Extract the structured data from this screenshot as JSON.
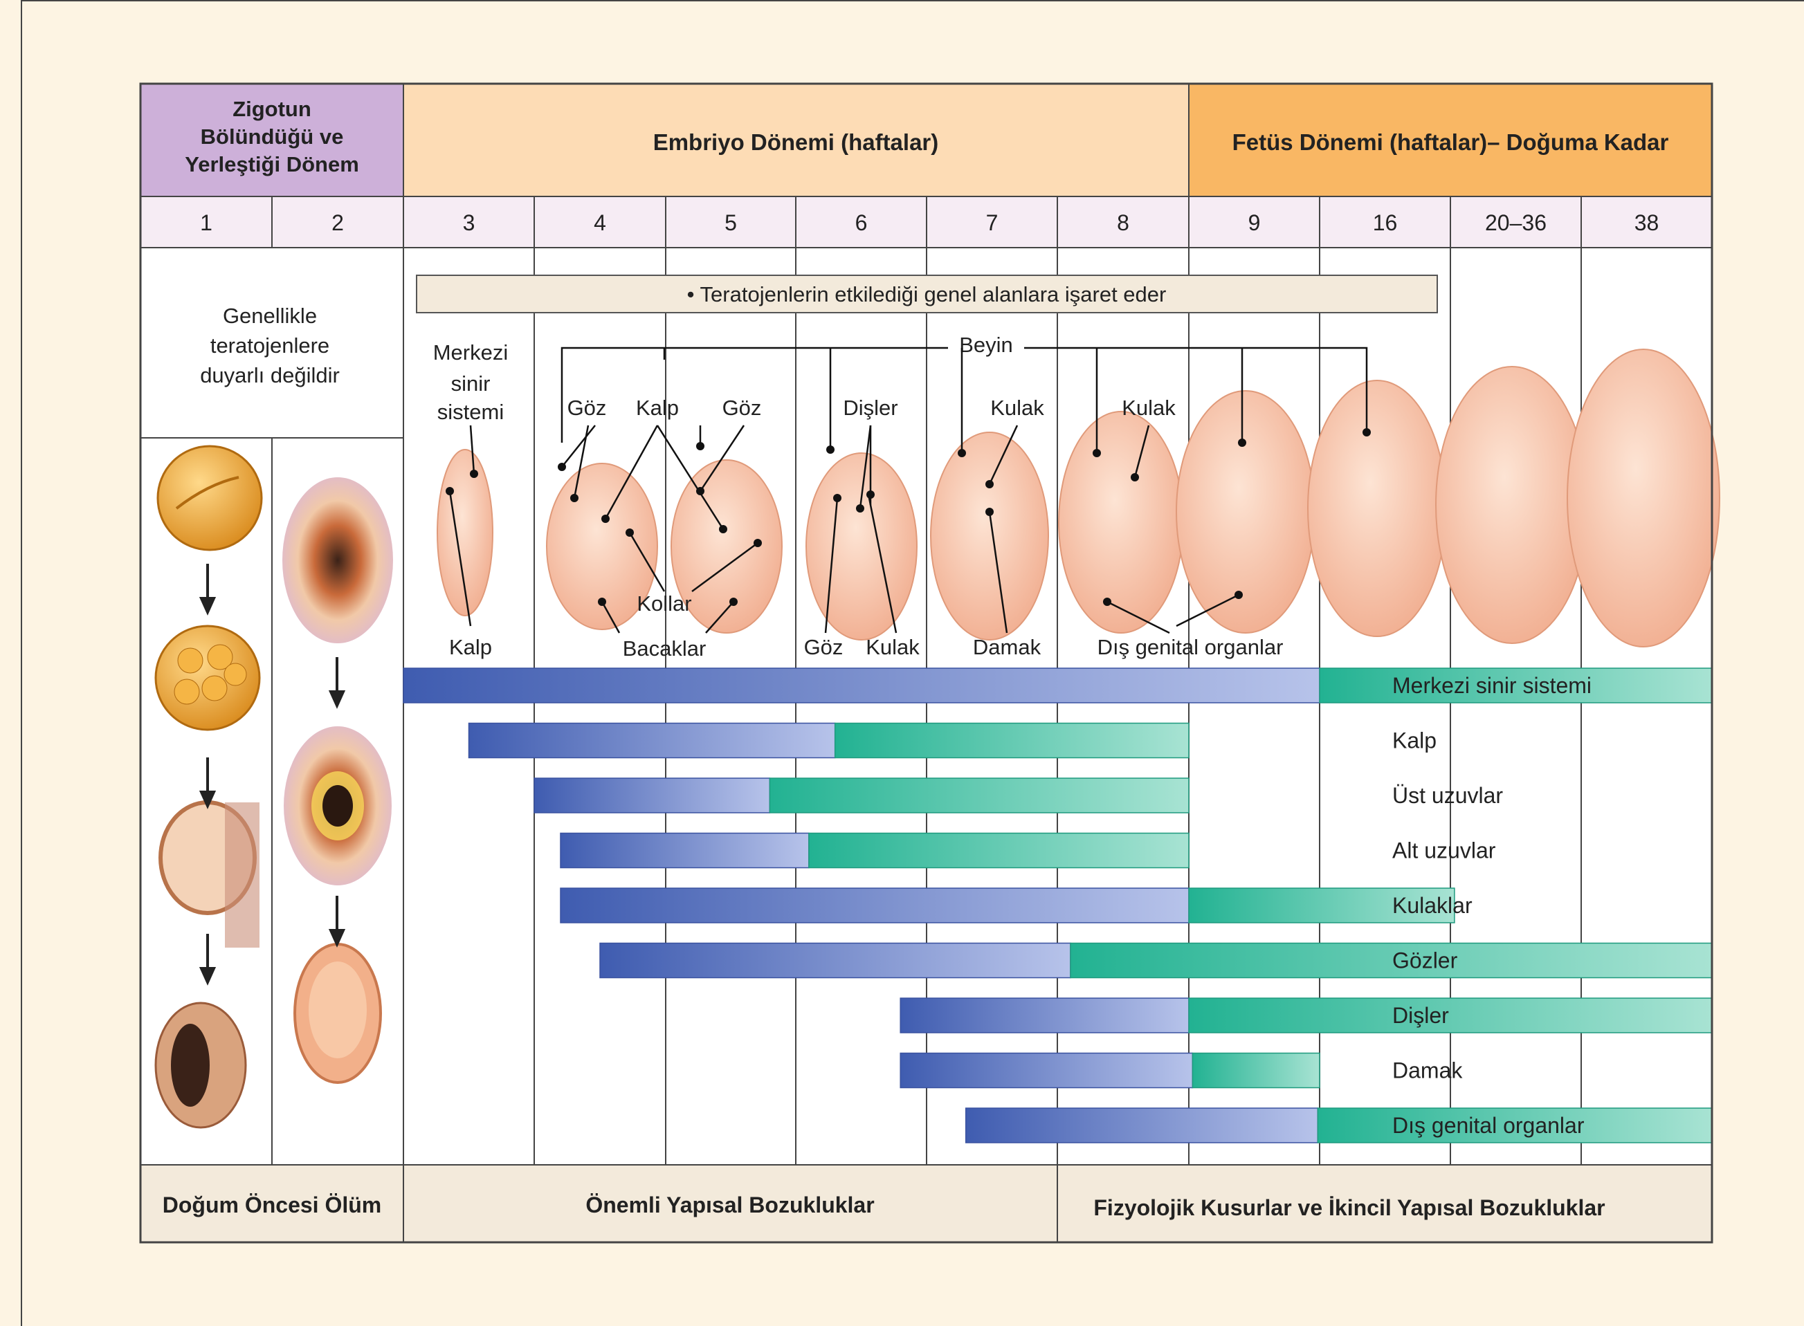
{
  "header": {
    "zygote": [
      "Zigotun",
      "Bölündüğü ve",
      "Yerleştiği Dönem"
    ],
    "embryo": "Embriyo Dönemi (haftalar)",
    "fetus": "Fetüs Dönemi (haftalar)– Doğuma Kadar"
  },
  "weeks": [
    "1",
    "2",
    "3",
    "4",
    "5",
    "6",
    "7",
    "8",
    "9",
    "16",
    "20–36",
    "38"
  ],
  "banner": "• Teratojenlerin etkilediği genel alanlara işaret eder",
  "insensitive": [
    "Genellikle",
    "teratojenlere",
    "duyarlı değildir"
  ],
  "organ_labels": {
    "cns": [
      "Merkezi",
      "sinir",
      "sistemi"
    ],
    "kalp_w3": "Kalp",
    "goz_a": "Göz",
    "kalp_top": "Kalp",
    "goz_b": "Göz",
    "disler": "Dişler",
    "kulak_a": "Kulak",
    "kulak_b": "Kulak",
    "beyin": "Beyin",
    "kollar": "Kollar",
    "bacaklar": "Bacaklar",
    "goz_c": "Göz",
    "kulak_c": "Kulak",
    "damak": "Damak",
    "dis_genital": "Dış genital organlar"
  },
  "bars": [
    {
      "label": "Merkezi sinir sistemi",
      "major_start": 3,
      "major_end": 16,
      "minor_end": 38
    },
    {
      "label": "Kalp",
      "major_start": 3.5,
      "major_end": 6.3,
      "minor_end": 9
    },
    {
      "label": "Üst uzuvlar",
      "major_start": 4,
      "major_end": 5.8,
      "minor_end": 9
    },
    {
      "label": "Alt uzuvlar",
      "major_start": 4.2,
      "major_end": 6.1,
      "minor_end": 9
    },
    {
      "label": "Kulaklar",
      "major_start": 4.2,
      "major_end": 9,
      "minor_end": 20.5
    },
    {
      "label": "Gözler",
      "major_start": 4.5,
      "major_end": 8.1,
      "minor_end": 38
    },
    {
      "label": "Dişler",
      "major_start": 6.8,
      "major_end": 9,
      "minor_end": 38
    },
    {
      "label": "Damak",
      "major_start": 6.8,
      "major_end": 9.2,
      "minor_end": 16
    },
    {
      "label": "Dış genital organlar",
      "major_start": 7.3,
      "major_end": 15.9,
      "minor_end": 38
    }
  ],
  "footer": {
    "prenatal_death": "Doğum Öncesi Ölüm",
    "major": "Önemli Yapısal Bozukluklar",
    "physio": "Fizyolojik Kusurlar ve İkincil Yapısal Bozukluklar"
  },
  "colors": {
    "zygote_bg": "#cdb0d9",
    "embryo_bg": "#fddcb5",
    "fetus_bg": "#f9b764",
    "week_row_bg": "#f6ecf4",
    "major_bar": "#4b66b8",
    "minor_bar": "#2fb99b",
    "footer_bg": "#f3eadb"
  }
}
